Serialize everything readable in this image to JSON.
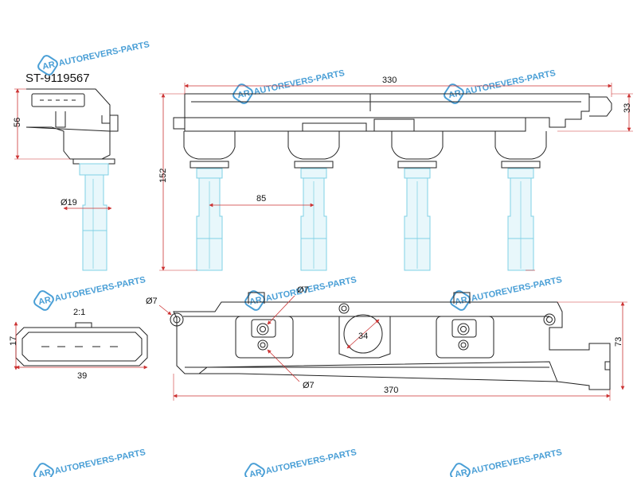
{
  "part_number": "ST-9119567",
  "watermark": {
    "text": "AUTOREVERS-PARTS",
    "logo_letters": "AR",
    "color": "#4a9fd6"
  },
  "dimensions": {
    "side_height": "56",
    "boot_diameter": "Ø19",
    "total_length_top": "330",
    "height_total": "152",
    "pitch": "85",
    "top_height": "33",
    "connector_scale": "2:1",
    "connector_height": "17",
    "connector_width": "39",
    "hole_diameter_left": "Ø7",
    "hole_diameter_top": "Ø7",
    "hole_diameter_bottom": "Ø7",
    "center_diameter": "34",
    "bottom_length": "370",
    "bottom_height": "73"
  },
  "colors": {
    "line": "#222222",
    "dim_line": "#cc3333",
    "boot": "#7fd0e6",
    "boot_fill": "#e8f7fb"
  }
}
